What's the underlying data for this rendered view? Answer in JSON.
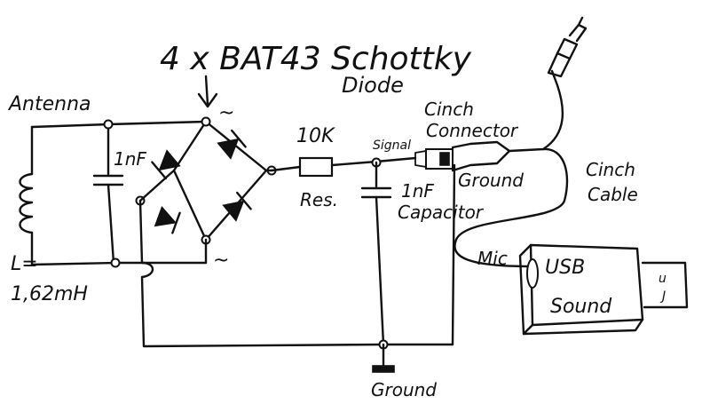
{
  "title": "4 x BAT43 Schottky",
  "title_line2": "Diode",
  "labels": {
    "antenna": "Antenna",
    "inductor_name": "L=",
    "inductor_value": "1,62mH",
    "cap_input": "1nF",
    "resistor_value": "10K",
    "resistor_name": "Res.",
    "cap_output_value": "1nF",
    "cap_output_name": "Capacitor",
    "signal": "Signal",
    "cinch_connector_line1": "Cinch",
    "cinch_connector_line2": "Connector",
    "ground_connector": "Ground",
    "cinch_cable_line1": "Cinch",
    "cinch_cable_line2": "Cable",
    "mic": "Mic",
    "usb_line1": "USB",
    "usb_line2": "Sound",
    "ground_bottom": "Ground",
    "ac_top": "~",
    "ac_bottom": "~"
  },
  "colors": {
    "ink": "#111111",
    "paper": "#ffffff"
  },
  "icons": {
    "diode": "diode-icon",
    "inductor": "inductor-coil-icon",
    "capacitor": "capacitor-icon",
    "resistor": "resistor-icon",
    "ground": "ground-symbol-icon",
    "cinch_plug": "cinch-plug-icon",
    "usb_device": "usb-sound-card-icon"
  }
}
